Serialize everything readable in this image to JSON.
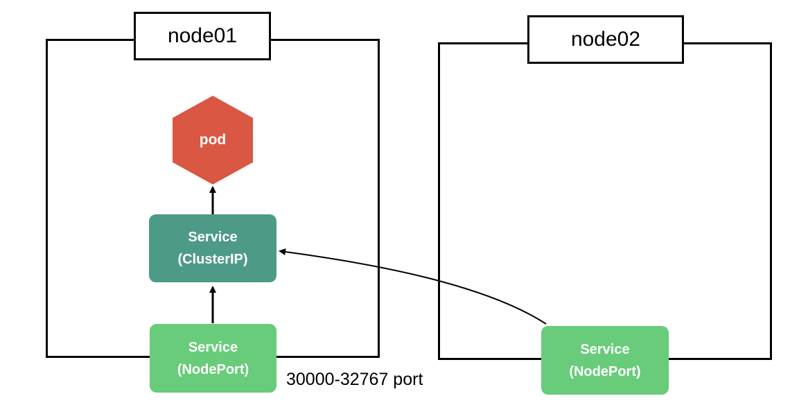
{
  "nodes": [
    {
      "title": "node01"
    },
    {
      "title": "node02"
    }
  ],
  "pod": {
    "label": "pod",
    "color": "#d95743"
  },
  "services": {
    "clusterip": {
      "line1": "Service",
      "line2": "(ClusterIP)",
      "color": "#4d9b86"
    },
    "nodeport1": {
      "line1": "Service",
      "line2": "(NodePort)",
      "color": "#68cc7a"
    },
    "nodeport2": {
      "line1": "Service",
      "line2": "(NodePort)",
      "color": "#68cc7a"
    }
  },
  "port_range_label": "30000-32767 port"
}
